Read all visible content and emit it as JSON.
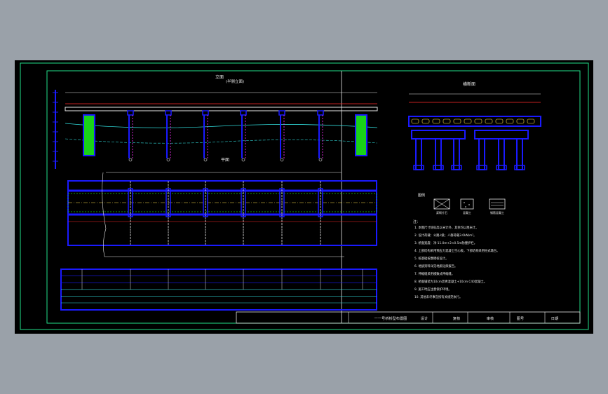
{
  "drawing": {
    "colors": {
      "background": "#000000",
      "app_background": "#9aa1a9",
      "border_green": "#22e08a",
      "outline_white": "#e8e8e8",
      "structure_blue": "#1a1aff",
      "dim_red": "#ff2a2a",
      "text_yellow": "#ffe14d",
      "text_magenta": "#ff2cff",
      "line_cyan": "#30d8d8",
      "pier_green": "#19d219"
    },
    "elevation": {
      "title": "立面",
      "subtitle": "(半侧立面)"
    },
    "plan": {
      "title": "平面"
    },
    "cross_section": {
      "title": "横断面"
    },
    "legend": {
      "title": "图例",
      "items": [
        {
          "label": "浆砌片石",
          "icon": "hatch-x-icon"
        },
        {
          "label": "混凝土",
          "icon": "concrete-dots-icon"
        },
        {
          "label": "钢筋混凝土",
          "icon": "rebar-concrete-icon"
        }
      ]
    },
    "notes": {
      "title": "注：",
      "items": [
        "1. 本图尺寸除标高以米计外，其余均以厘米计。",
        "2. 设计荷载：公路-I级；人群荷载3.0kN/m²。",
        "3. 桥面宽度：净-11.0m+2×0.5m防撞护栏。",
        "4. 上部结构采用预应力混凝土空心板，下部结构采用柱式墩台。",
        "5. 桩基础按摩擦桩设计。",
        "6. 地质资料详见地质钻探报告。",
        "7. 伸缩缝采用模数式伸缩缝。",
        "8. 桥面铺装为10cm沥青混凝土+10cm C40混凝土。",
        "9. 施工时应注意保护环境。",
        "10. 其他未尽事宜按有关规范执行。"
      ]
    },
    "title_block": {
      "drawing_name": "一一号桥桥型布置图",
      "design_label": "设计",
      "check_label": "复核",
      "review_label": "审核",
      "sheet_label": "图号",
      "date_label": "日期"
    }
  }
}
